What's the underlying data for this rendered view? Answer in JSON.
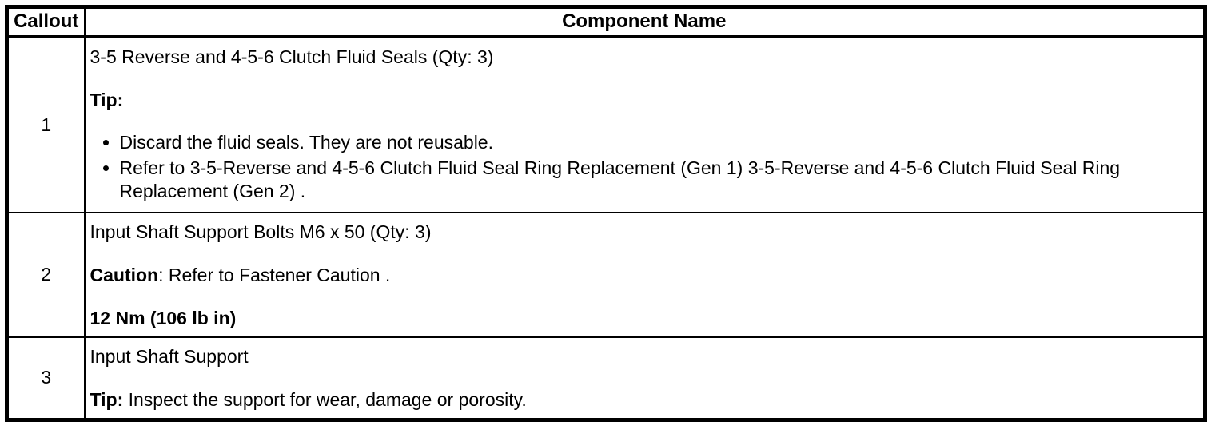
{
  "colors": {
    "border": "#000000",
    "background": "#ffffff",
    "text": "#000000"
  },
  "table": {
    "headers": {
      "callout": "Callout",
      "component": "Component Name"
    },
    "rows": [
      {
        "callout": "1",
        "line1": "3-5 Reverse and 4-5-6 Clutch Fluid Seals (Qty: 3)",
        "tip_label": "Tip:",
        "bullets": [
          "Discard the fluid seals. They are not reusable.",
          "Refer to 3-5-Reverse and 4-5-6 Clutch Fluid Seal Ring Replacement (Gen 1) 3-5-Reverse and 4-5-6 Clutch Fluid Seal Ring Replacement (Gen 2) ."
        ]
      },
      {
        "callout": "2",
        "line1": "Input Shaft Support Bolts M6 x 50 (Qty: 3)",
        "caution_label": "Caution",
        "caution_rest": ": Refer to Fastener Caution .",
        "torque": "12 Nm (106 lb in)"
      },
      {
        "callout": "3",
        "line1": "Input Shaft Support",
        "tip_label": "Tip:",
        "tip_rest": " Inspect the support for wear, damage or porosity."
      }
    ]
  }
}
